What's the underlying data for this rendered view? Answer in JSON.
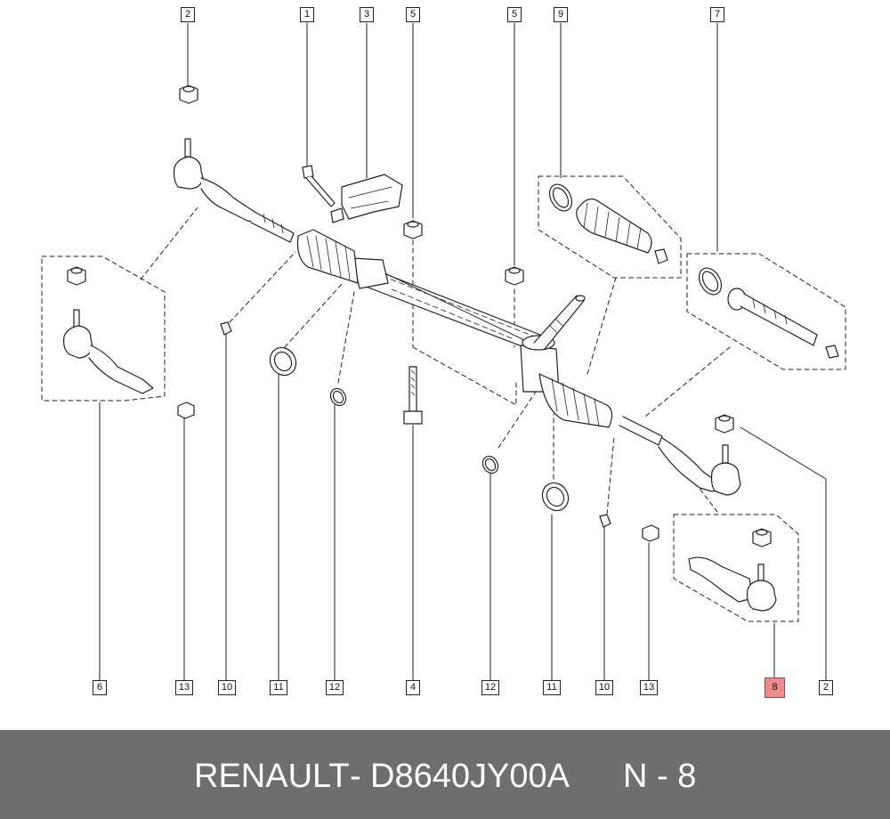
{
  "footer": {
    "brand": "RENAULT",
    "separator": "-",
    "part_number": "D8640JY00A",
    "position_label": "N - 8"
  },
  "callouts": {
    "c2_top": "2",
    "c1": "1",
    "c3": "3",
    "c5_left": "5",
    "c5_right": "5",
    "c9": "9",
    "c7": "7",
    "c6": "6",
    "c13_left": "13",
    "c10_left": "10",
    "c11_left": "11",
    "c12_left": "12",
    "c4": "4",
    "c12_right": "12",
    "c11_right": "11",
    "c10_right": "10",
    "c13_right": "13",
    "c8": "8",
    "c2_bottom": "2"
  },
  "colors": {
    "highlight": "#f08a8a",
    "footer_background": "#6e6e6e",
    "footer_text": "#ffffff",
    "line": "#222222"
  }
}
